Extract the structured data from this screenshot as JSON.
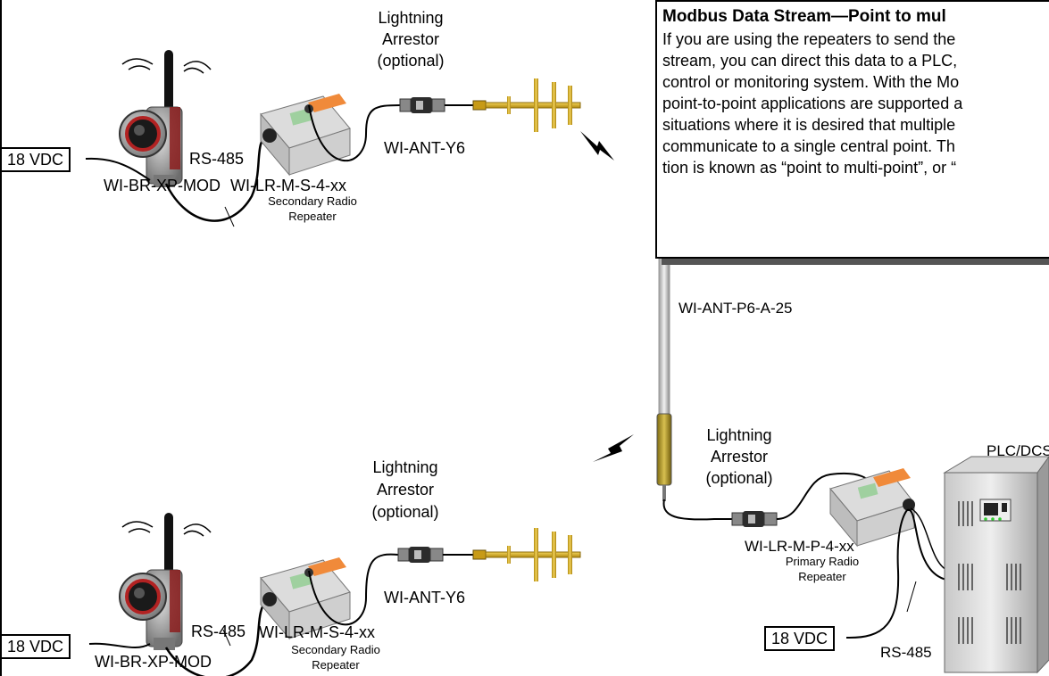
{
  "info_box": {
    "title": "Modbus Data Stream—Point to mul",
    "lines": [
      "If you are using the repeaters to send the",
      "stream, you can direct this data to a PLC,",
      "control or monitoring system.  With the Mo",
      "point-to-point applications are supported a",
      "situations where it is desired that multiple",
      "communicate to a single central point.  Th",
      "tion is known as “point to multi-point”, or “"
    ]
  },
  "top_branch": {
    "power": "18 VDC",
    "transmitter": "WI-BR-XP-MOD",
    "link": "RS-485",
    "repeater_model": "WI-LR-M-S-4-xx",
    "repeater_desc_1": "Secondary Radio",
    "repeater_desc_2": "Repeater",
    "arrestor_1": "Lightning",
    "arrestor_2": "Arrestor",
    "arrestor_3": "(optional)",
    "antenna": "WI-ANT-Y6"
  },
  "bottom_branch": {
    "power": "18 VDC",
    "transmitter": "WI-BR-XP-MOD",
    "link": "RS-485",
    "repeater_model": "WI-LR-M-S-4-xx",
    "repeater_desc_1": "Secondary Radio",
    "repeater_desc_2": "Repeater",
    "arrestor_1": "Lightning",
    "arrestor_2": "Arrestor",
    "arrestor_3": "(optional)",
    "antenna": "WI-ANT-Y6"
  },
  "primary_station": {
    "antenna": "WI-ANT-P6-A-25",
    "arrestor_1": "Lightning",
    "arrestor_2": "Arrestor",
    "arrestor_3": "(optional)",
    "repeater_model": "WI-LR-M-P-4-xx",
    "repeater_desc_1": "Primary Radio",
    "repeater_desc_2": "Repeater",
    "power": "18 VDC",
    "link": "RS-485",
    "controller": "PLC/DCS"
  }
}
